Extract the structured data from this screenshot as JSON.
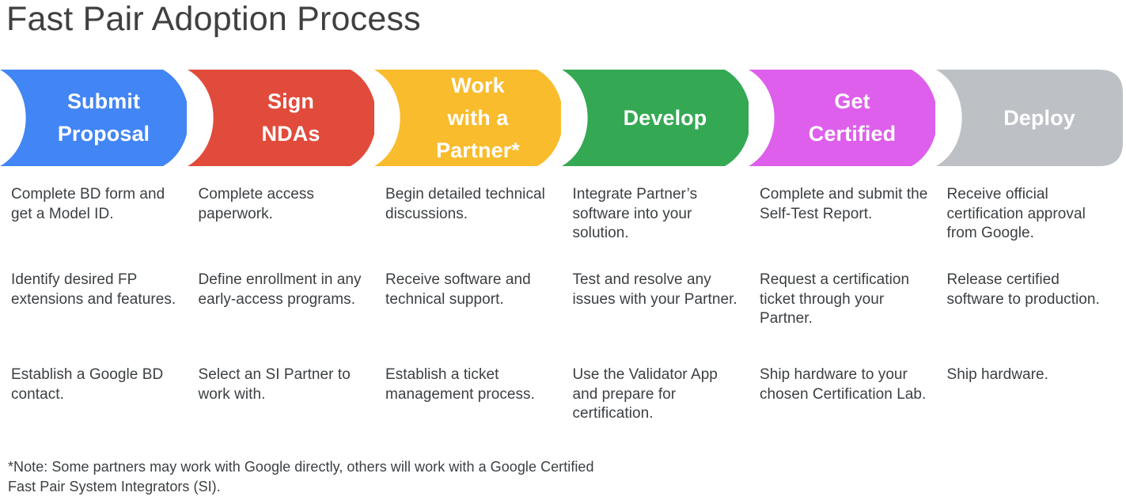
{
  "title": "Fast Pair Adoption Process",
  "colors": {
    "blue": "#4285F4",
    "red": "#E14B3B",
    "yellow": "#F9BC2C",
    "green": "#34A853",
    "magenta": "#DD5FEB",
    "gray": "#BDC1C6",
    "text": "#3c4043",
    "title": "#3f4042",
    "label": "#ffffff"
  },
  "stages": [
    {
      "id": "submit-proposal",
      "label_lines": [
        "Submit",
        "Proposal"
      ],
      "color_key": "blue",
      "color": "#4285F4",
      "bullets": [
        "Complete BD form and get a Model ID.",
        "Identify desired FP extensions and features.",
        "Establish a Google BD contact."
      ]
    },
    {
      "id": "sign-ndas",
      "label_lines": [
        "Sign",
        "NDAs"
      ],
      "color_key": "red",
      "color": "#E14B3B",
      "bullets": [
        "Complete access paperwork.",
        "Define enrollment in any early-access programs.",
        "Select an SI Partner to work with."
      ]
    },
    {
      "id": "work-with-a-partner",
      "label_lines": [
        "Work",
        "with a",
        "Partner*"
      ],
      "color_key": "yellow",
      "color": "#F9BC2C",
      "bullets": [
        "Begin detailed technical discussions.",
        "Receive software and technical support.",
        "Establish a ticket management process."
      ]
    },
    {
      "id": "develop",
      "label_lines": [
        "Develop"
      ],
      "color_key": "green",
      "color": "#34A853",
      "bullets": [
        "Integrate Partner’s software into your solution.",
        "Test and resolve any issues with your Partner.",
        "Use the Validator App and prepare for certification."
      ]
    },
    {
      "id": "get-certified",
      "label_lines": [
        "Get",
        "Certified"
      ],
      "color_key": "magenta",
      "color": "#DD5FEB",
      "bullets": [
        "Complete and submit the Self-Test Report.",
        "Request a certification ticket through your Partner.",
        "Ship hardware to your chosen Certification Lab."
      ]
    },
    {
      "id": "deploy",
      "label_lines": [
        "Deploy"
      ],
      "color_key": "gray",
      "color": "#BDC1C6",
      "bullets": [
        "Receive official certification approval from Google.",
        "Release certified software to production.",
        "Ship hardware."
      ]
    }
  ],
  "footnote": "*Note: Some partners may work with Google directly, others will work with a Google Certified Fast Pair System Integrators (SI)."
}
